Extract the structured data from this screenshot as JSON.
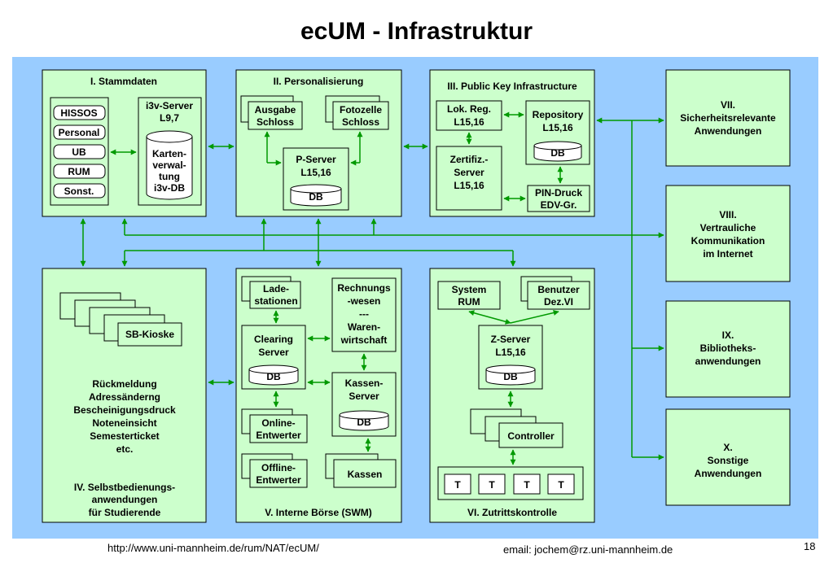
{
  "title": "ecUM - Infrastruktur",
  "colors": {
    "background": "#99ccff",
    "box_fill": "#ccffcc",
    "connector": "#009900"
  },
  "section1": {
    "title": "I. Stammdaten",
    "stack": [
      "HISSOS",
      "Personal",
      "UB",
      "RUM",
      "Sonst."
    ],
    "server_name": "i3v-Server",
    "server_loc": "L9,7",
    "db_lines": [
      "Karten-",
      "verwal-",
      "tung",
      "i3v-DB"
    ]
  },
  "section2": {
    "title": "II. Personalisierung",
    "card1": [
      "Ausgabe",
      "Schloss"
    ],
    "card2": [
      "Fotozelle",
      "Schloss"
    ],
    "server": [
      "P-Server",
      "L15,16"
    ],
    "db": "DB"
  },
  "section3": {
    "title": "III. Public Key Infrastructure",
    "lokreg": [
      "Lok. Reg.",
      "L15,16"
    ],
    "repo": [
      "Repository",
      "L15,16"
    ],
    "repo_db": "DB",
    "zert": [
      "Zertifiz.-",
      "Server",
      "L15,16"
    ],
    "pin": [
      "PIN-Druck",
      "EDV-Gr."
    ]
  },
  "section4": {
    "kiosk": "SB-Kioske",
    "items": [
      "Rückmeldung",
      "Adressänderng",
      "Bescheinigungsdruck",
      "Noteneinsicht",
      "Semesterticket",
      "etc."
    ],
    "title_lines": [
      "IV. Selbstbedienungs-",
      "anwendungen",
      "für Studierende"
    ]
  },
  "section5": {
    "title": "V. Interne Börse (SWM)",
    "lade": [
      "Lade-",
      "stationen"
    ],
    "rechnung": [
      "Rechnungs",
      "-wesen",
      "---",
      "Waren-",
      "wirtschaft"
    ],
    "clearing": [
      "Clearing",
      "Server"
    ],
    "clearing_db": "DB",
    "kassenserver": [
      "Kassen-",
      "Server"
    ],
    "kassen_db": "DB",
    "online": [
      "Online-",
      "Entwerter"
    ],
    "offline": [
      "Offline-",
      "Entwerter"
    ],
    "kassen": "Kassen"
  },
  "section6": {
    "title": "VI. Zutrittskontrolle",
    "system": [
      "System",
      "RUM"
    ],
    "benutzer": [
      "Benutzer",
      "Dez.VI"
    ],
    "zserver": [
      "Z-Server",
      "L15,16"
    ],
    "db": "DB",
    "controller": "Controller",
    "terminals": [
      "T",
      "T",
      "T",
      "T"
    ]
  },
  "right": {
    "r7": [
      "VII.",
      "Sicherheitsrelevante",
      "Anwendungen"
    ],
    "r8": [
      "VIII.",
      "Vertrauliche",
      "Kommunikation",
      "im Internet"
    ],
    "r9": [
      "IX.",
      "Bibliotheks-",
      "anwendungen"
    ],
    "r10": [
      "X.",
      "Sonstige",
      "Anwendungen"
    ]
  },
  "footer": {
    "url": "http://www.uni-mannheim.de/rum/NAT/ecUM/",
    "email": "email: jochem@rz.uni-mannheim.de",
    "page": "18"
  }
}
